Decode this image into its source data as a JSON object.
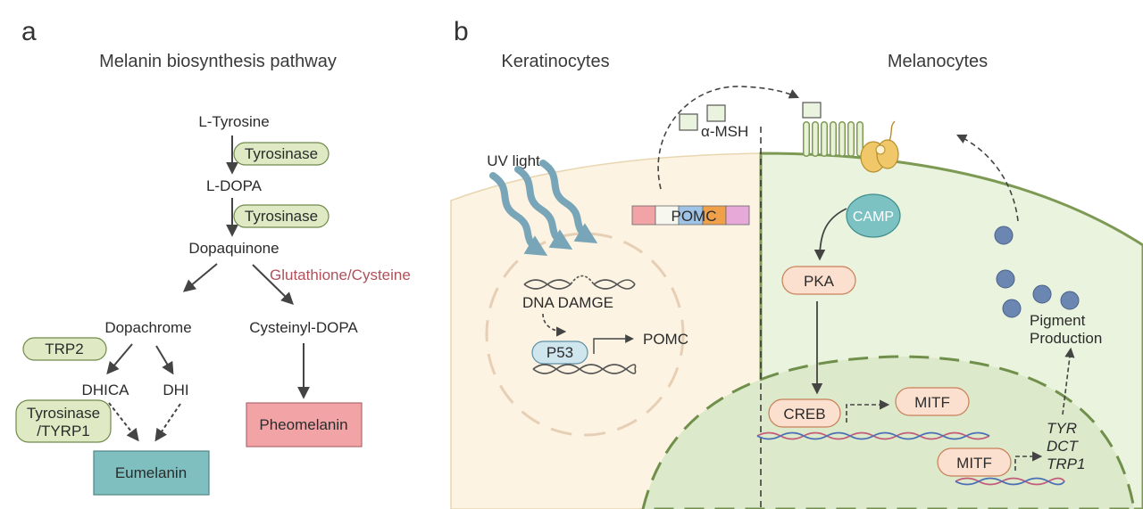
{
  "panel_a": {
    "letter": "a",
    "title": "Melanin biosynthesis pathway",
    "nodes": {
      "l_tyrosine": "L-Tyrosine",
      "l_dopa": "L-DOPA",
      "dopaquinone": "Dopaquinone",
      "dopachrome": "Dopachrome",
      "cysteinyl_dopa": "Cysteinyl-DOPA",
      "dhica": "DHICA",
      "dhi": "DHI"
    },
    "enzymes": {
      "tyrosinase_1": "Tyrosinase",
      "tyrosinase_2": "Tyrosinase",
      "trp2": "TRP2",
      "tyrosinase_tyrp1_line1": "Tyrosinase",
      "tyrosinase_tyrp1_line2": "/TYRP1"
    },
    "cofactor": "Glutathione/Cysteine",
    "products": {
      "eumelanin": "Eumelanin",
      "pheomelanin": "Pheomelanin"
    }
  },
  "panel_b": {
    "letter": "b",
    "keratinocytes": "Keratinocytes",
    "melanocytes": "Melanocytes",
    "uv_light": "UV light",
    "pomc_precursor": "POMC",
    "alpha_msh": "α-MSH",
    "dna_damage": "DNA DAMGE",
    "p53": "P53",
    "pomc_gene": "POMC",
    "camp": "CAMP",
    "pka": "PKA",
    "creb": "CREB",
    "mitf_1": "MITF",
    "mitf_2": "MITF",
    "genes": [
      "TYR",
      "DCT",
      "TRP1"
    ],
    "pigment_line1": "Pigment",
    "pigment_line2": "Production"
  },
  "colors": {
    "enzyme_fill": "#dfeac4",
    "enzyme_stroke": "#6f8a4a",
    "eumelanin_fill": "#7fbfbf",
    "pheomelanin_fill": "#f2a3a6",
    "cofactor_text": "#b0505a",
    "keratinocyte_fill": "#fcf3e2",
    "melanocyte_fill": "#eaf3dd",
    "nucleus_fill": "#dceacb",
    "protein_fill": "#fbe0cf",
    "camp_fill": "#7cc2c2",
    "p53_fill": "#cfe6ef",
    "granule_fill": "#6b86b0"
  }
}
